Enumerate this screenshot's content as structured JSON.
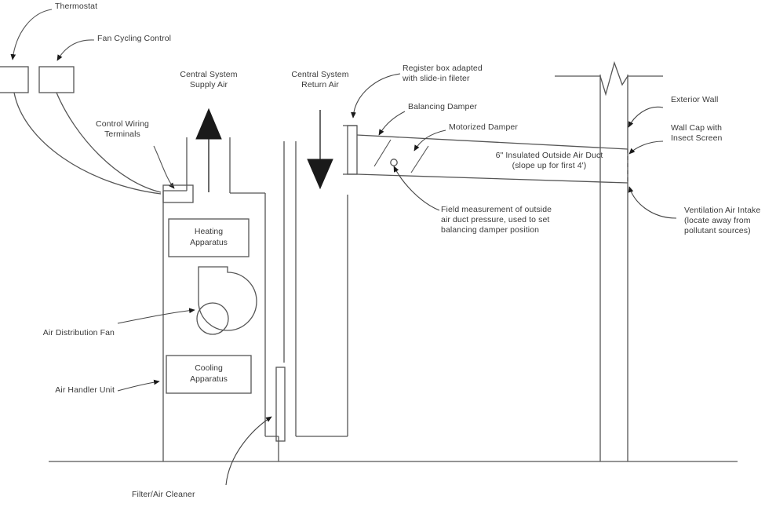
{
  "diagram": {
    "title": "Central Air Handler with Outside Air Ventilation Duct",
    "stroke_color": "#555555",
    "fill_color": "#ffffff",
    "text_color": "#3a3a3a",
    "arrow_fill": "#1a1a1a"
  },
  "labels": {
    "thermostat": "Thermostat",
    "fan_cycling_control": "Fan Cycling Control",
    "control_wiring_terminals": "Control Wiring\nTerminals",
    "central_system_supply_air": "Central System\nSupply Air",
    "central_system_return_air": "Central System\nReturn Air",
    "register_box": "Register box adapted\nwith slide-in fileter",
    "balancing_damper": "Balancing Damper",
    "motorized_damper": "Motorized Damper",
    "outside_air_duct": "6\" Insulated Outside Air Duct\n(slope up for first 4')",
    "field_measurement": "Field measurement of outside\nair duct pressure, used to set\nbalancing damper position",
    "exterior_wall": "Exterior Wall",
    "wall_cap": "Wall Cap with\nInsect Screen",
    "ventilation_air_intake": "Ventilation Air Intake\n(locate away from\npollutant sources)",
    "air_distribution_fan": "Air Distribution Fan",
    "air_handler_unit": "Air Handler Unit",
    "filter_air_cleaner": "Filter/Air Cleaner",
    "heating_apparatus": "Heating\nApparatus",
    "cooling_apparatus": "Cooling\nApparatus"
  },
  "components": {
    "thermostat_box": "thermostat-device-box",
    "fan_control_box": "fan-cycling-control-box",
    "terminal_box": "control-wiring-terminal-box",
    "heating_box": "heating-apparatus-box",
    "cooling_box": "cooling-apparatus-box",
    "blower": "air-distribution-blower",
    "filter": "filter-air-cleaner-element",
    "register": "register-box-element",
    "wall": "exterior-wall",
    "ground": "ground-line"
  }
}
